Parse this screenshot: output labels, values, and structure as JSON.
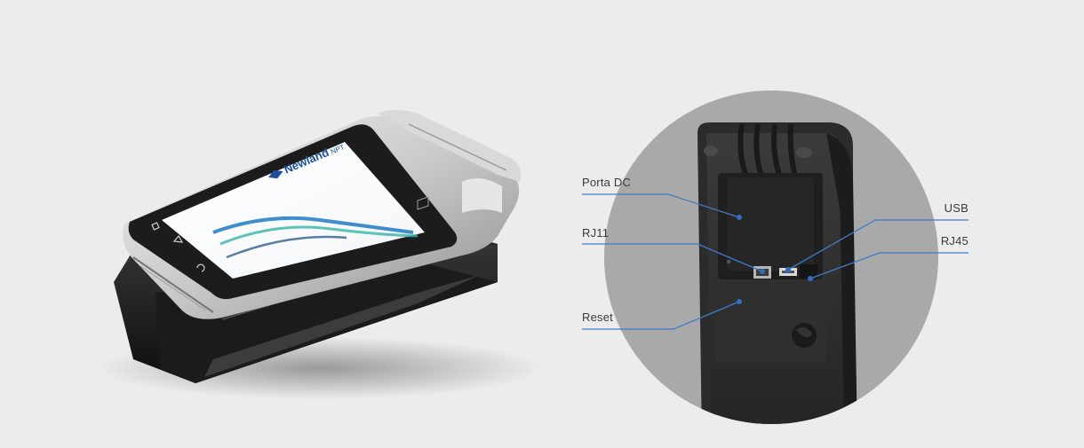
{
  "device": {
    "brand_logo_text": "Newland",
    "brand_logo_suffix": "NPT"
  },
  "callouts": [
    {
      "id": "porta-dc",
      "label": "Porta DC"
    },
    {
      "id": "rj11",
      "label": "RJ11"
    },
    {
      "id": "reset",
      "label": "Reset"
    },
    {
      "id": "usb",
      "label": "USB"
    },
    {
      "id": "rj45",
      "label": "RJ45"
    }
  ],
  "colors": {
    "background": "#ececec",
    "leader_line": "#3d7ec9",
    "leader_dot": "#2f6fbf",
    "label_text": "#3a3a3a",
    "zoom_circle": "#a9a9a9"
  }
}
